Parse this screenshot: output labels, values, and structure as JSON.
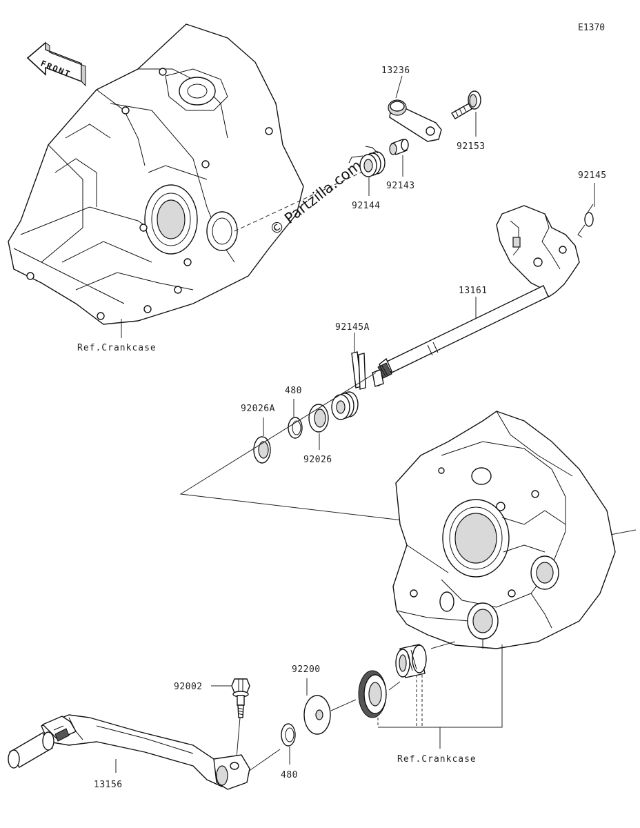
{
  "diagram_code": "E1370",
  "watermark": "© Partzilla.com",
  "front_label": "FRONT",
  "labels": {
    "p13236": "13236",
    "p92153": "92153",
    "p92143": "92143",
    "p92144": "92144",
    "p92145": "92145",
    "p13161": "13161",
    "p92145A": "92145A",
    "p480_top": "480",
    "p92026A": "92026A",
    "p92026": "92026",
    "p92200": "92200",
    "p92002": "92002",
    "p480_bottom": "480",
    "p13156": "13156",
    "ref_crankcase_top": "Ref.Crankcase",
    "ref_crankcase_bottom": "Ref.Crankcase"
  }
}
